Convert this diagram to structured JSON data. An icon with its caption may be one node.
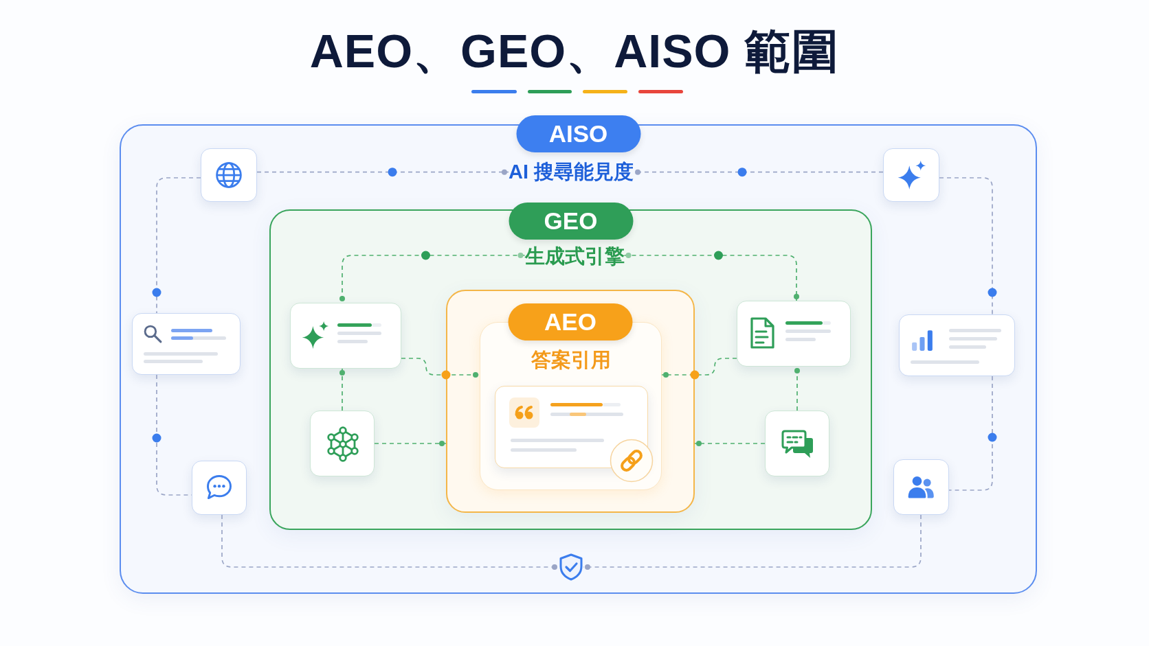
{
  "diagram": {
    "title": "AEO、GEO、AISO 範圍",
    "nodes": [
      {
        "text": [
          "AISO"
        ]
      },
      {
        "text": [
          "AI 搜尋能見度"
        ],
        "in": 0
      },
      {
        "text": [],
        "shape": "box",
        "in": 0
      },
      {
        "text": [],
        "shape": "box",
        "in": 0
      },
      {
        "text": [
          "GEO"
        ],
        "in": 0
      },
      {
        "text": [
          "生成式引擎"
        ],
        "in": 4
      },
      {
        "text": [],
        "shape": "box",
        "in": 4
      },
      {
        "text": [],
        "shape": "box",
        "in": 4
      },
      {
        "text": [
          "AEO"
        ],
        "in": 4
      },
      {
        "text": [
          "答案引用"
        ],
        "in": 8
      },
      {
        "text": [],
        "shape": "box",
        "in": 9
      },
      {
        "text": [],
        "shape": "box",
        "in": 0
      },
      {
        "text": [],
        "shape": "box",
        "in": 0
      },
      {
        "text": [],
        "shape": "box",
        "in": 4
      },
      {
        "text": [],
        "shape": "box",
        "in": 4
      },
      {
        "text": [],
        "shape": "box",
        "in": 0
      },
      {
        "text": [],
        "shape": "box",
        "in": 0
      },
      {
        "text": [],
        "shape": "picture",
        "in": 0
      }
    ],
    "edges": [
      {
        "from": 2,
        "to": 1,
        "arrow": "other",
        "style": "dashed"
      },
      {
        "from": 3,
        "to": 1,
        "arrow": "other",
        "style": "dashed"
      },
      {
        "from": 2,
        "to": 11,
        "arrow": "none",
        "style": "dashed"
      },
      {
        "from": 3,
        "to": 12,
        "arrow": "none",
        "style": "dashed"
      },
      {
        "from": 5,
        "to": 6,
        "arrow": "other",
        "style": "dashed",
        "color": "#4fb06f"
      },
      {
        "from": 5,
        "to": 7,
        "arrow": "other",
        "style": "dashed",
        "color": "#4fb06f"
      },
      {
        "from": 6,
        "to": 9,
        "arrow": "other",
        "style": "dashed",
        "color": "#4fb06f"
      },
      {
        "from": 7,
        "to": 9,
        "arrow": "other",
        "style": "dashed",
        "color": "#4fb06f"
      },
      {
        "from": 13,
        "to": 6,
        "arrow": "other",
        "style": "dashed",
        "color": "#4fb06f"
      },
      {
        "from": 14,
        "to": 7,
        "arrow": "other",
        "style": "dashed",
        "color": "#4fb06f"
      },
      {
        "from": 13,
        "to": 8,
        "arrow": "other",
        "style": "dashed",
        "color": "#4fb06f"
      },
      {
        "from": 14,
        "to": 8,
        "arrow": "other",
        "style": "dashed",
        "color": "#4fb06f"
      },
      {
        "from": 11,
        "to": 15,
        "arrow": "none",
        "style": "dashed"
      },
      {
        "from": 12,
        "to": 16,
        "arrow": "none",
        "style": "dashed"
      },
      {
        "from": 15,
        "to": 17,
        "arrow": "other",
        "style": "dashed"
      },
      {
        "from": 16,
        "to": 17,
        "arrow": "other",
        "style": "dashed"
      }
    ]
  }
}
